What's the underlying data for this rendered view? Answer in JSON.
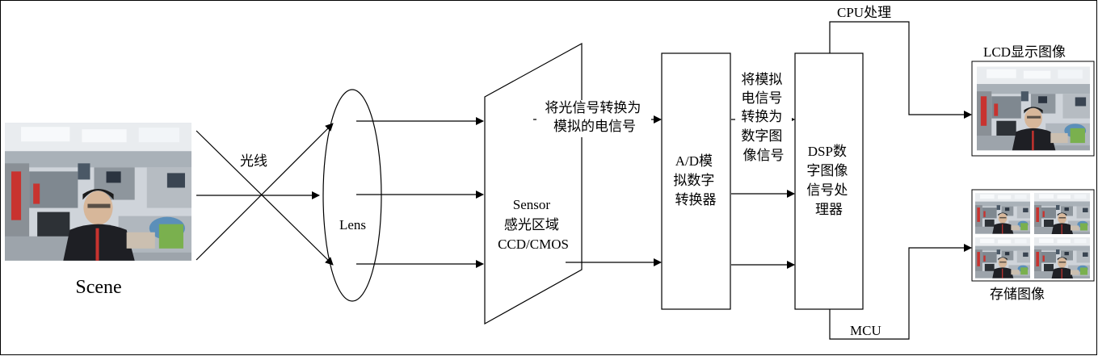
{
  "scene": {
    "label": "Scene"
  },
  "light": {
    "label": "光线"
  },
  "lens": {
    "label": "Lens"
  },
  "sensor": {
    "lines": [
      "Sensor",
      "感光区域",
      "CCD/CMOS"
    ]
  },
  "sensor_to_ad": {
    "lines": [
      "将光信号转换为",
      "模拟的电信号"
    ]
  },
  "ad": {
    "lines": [
      "A/D模",
      "拟数字",
      "转换器"
    ]
  },
  "ad_to_dsp": {
    "lines": [
      "将模拟",
      "电信号",
      "转换为",
      "数字图",
      "像信号"
    ]
  },
  "dsp": {
    "lines": [
      "DSP数",
      "字图像",
      "信号处",
      "理器"
    ]
  },
  "cpu": {
    "label": "CPU处理"
  },
  "mcu": {
    "label": "MCU"
  },
  "lcd": {
    "label": "LCD显示图像"
  },
  "storage": {
    "label": "存储图像"
  },
  "colors": {
    "line": "#000000",
    "office_wall": "#d9dde2",
    "partition_red": "#c8332f"
  }
}
